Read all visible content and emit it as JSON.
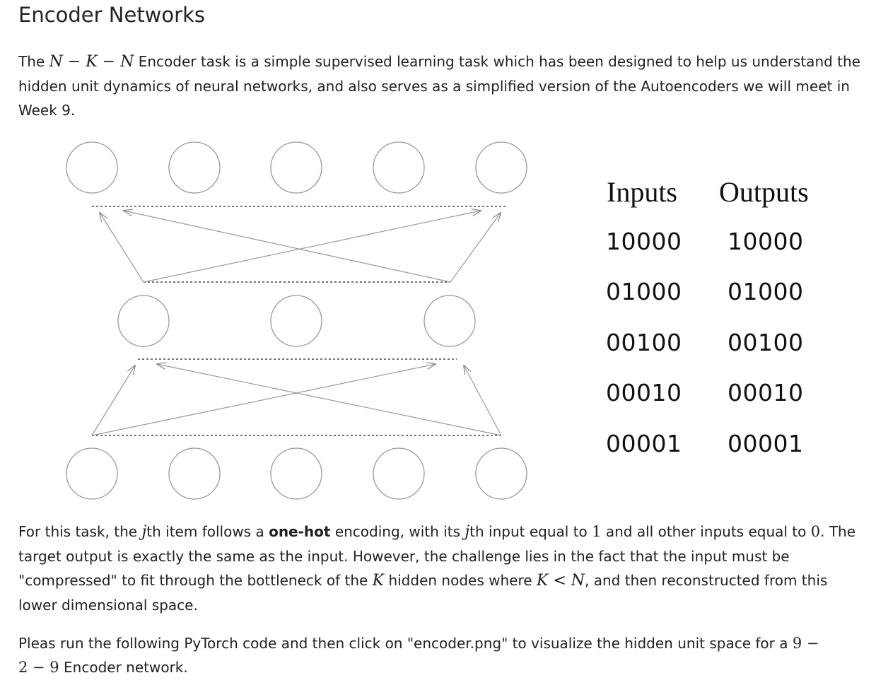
{
  "heading": "Encoder Networks",
  "intro": {
    "pre": "The ",
    "math": "N − K − N",
    "post": " Encoder task is a simple supervised learning task which has been designed to help us understand the hidden unit dynamics of neural networks, and also serves as a simplified version of the Autoencoders we will meet in Week 9."
  },
  "table": {
    "inputs_header": "Inputs",
    "outputs_header": "Outputs",
    "rows": [
      {
        "input": "10000",
        "output": "10000"
      },
      {
        "input": "01000",
        "output": "01000"
      },
      {
        "input": "00100",
        "output": "00100"
      },
      {
        "input": "00010",
        "output": "00010"
      },
      {
        "input": "00001",
        "output": "00001"
      }
    ]
  },
  "diagram": {
    "input_nodes": 5,
    "hidden_nodes": 3,
    "output_nodes": 5
  },
  "task": {
    "s1": "For this task, the ",
    "j1": "j",
    "s2": "th item follows a ",
    "bold": "one-hot",
    "s3": " encoding, with its ",
    "j2": "j",
    "s4": "th input equal to ",
    "one": "1",
    "s5": " and all other inputs equal to ",
    "zero": "0",
    "s6": ". The target output is exactly the same as the input. However, the challenge lies in the fact that the input must be \"compressed\" to fit through the bottleneck of the ",
    "k": "K",
    "s7": " hidden nodes where ",
    "klt": "K < N",
    "s8": ", and then reconstructed from this lower dimensional space."
  },
  "run": {
    "s1": "Pleas run the following PyTorch code and then click on \"encoder.png\" to visualize the hidden unit space for a ",
    "m1": "9 −",
    "m2": "2 − 9",
    "s2": " Encoder network."
  }
}
